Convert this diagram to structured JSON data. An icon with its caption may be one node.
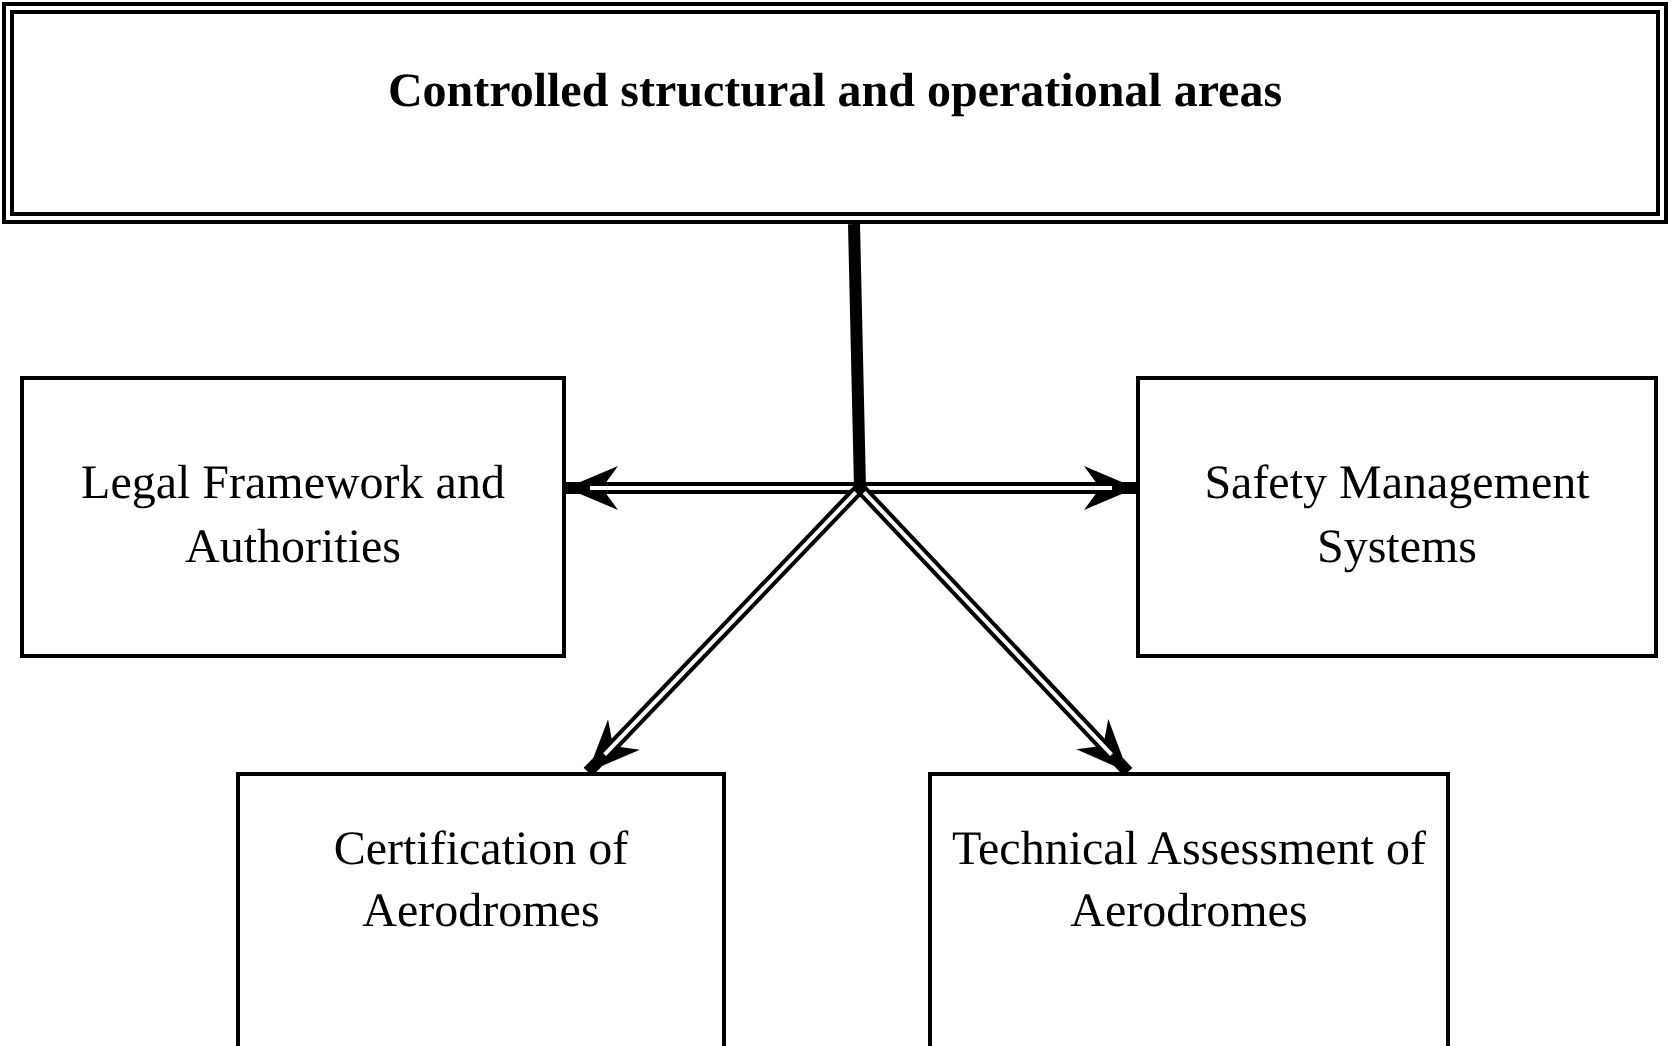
{
  "diagram": {
    "nodes": [
      {
        "text": [
          "Controlled structural and operational areas"
        ]
      },
      {
        "text": [
          "Legal Framework and Authorities"
        ]
      },
      {
        "text": [
          "Safety Management Systems"
        ]
      },
      {
        "text": [
          "Certification of Aerodromes"
        ]
      },
      {
        "text": [
          "Technical Assessment of Aerodromes"
        ]
      }
    ],
    "edges": [
      {
        "from": 0,
        "to": 1,
        "arrow": "to"
      },
      {
        "from": 0,
        "to": 2,
        "arrow": "to"
      },
      {
        "from": 0,
        "to": 3,
        "arrow": "to"
      },
      {
        "from": 0,
        "to": 4,
        "arrow": "to"
      }
    ]
  }
}
